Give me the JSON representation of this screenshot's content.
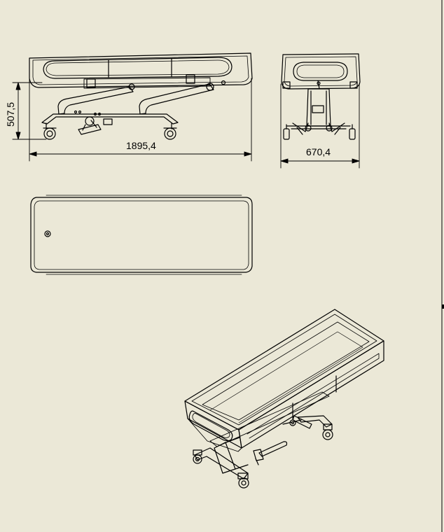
{
  "drawing": {
    "background_color": "#ebe8d7",
    "line_color": "#000000",
    "dimensions": {
      "overall_length": "1895,4",
      "overall_height": "507,5",
      "overall_width": "670,4"
    },
    "views": [
      {
        "id": "side-view"
      },
      {
        "id": "end-view"
      },
      {
        "id": "top-view"
      },
      {
        "id": "isometric-view"
      }
    ]
  }
}
